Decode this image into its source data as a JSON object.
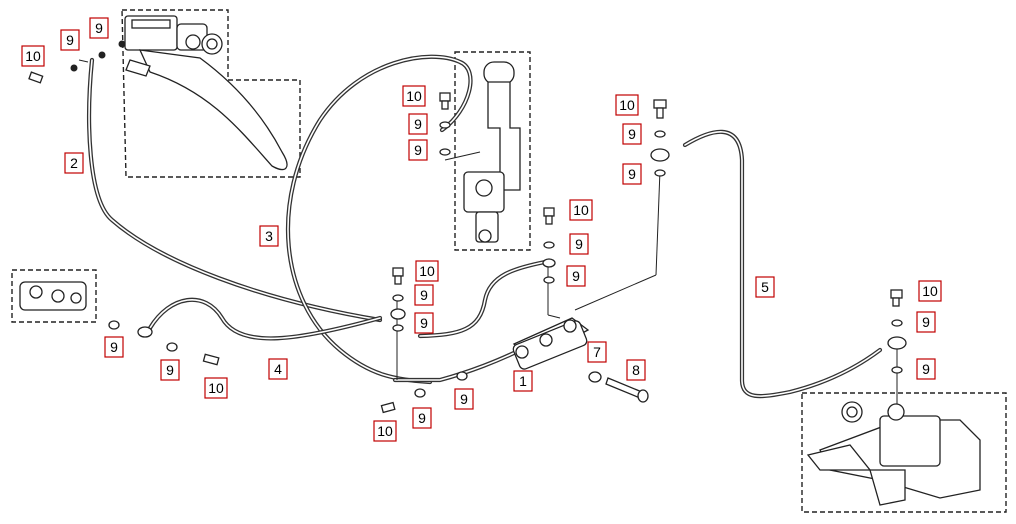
{
  "diagram": {
    "callouts": [
      {
        "id": "c10a",
        "label": "10"
      },
      {
        "id": "c9a",
        "label": "9"
      },
      {
        "id": "c9b",
        "label": "9"
      },
      {
        "id": "c2",
        "label": "2"
      },
      {
        "id": "c3",
        "label": "3"
      },
      {
        "id": "c10b",
        "label": "10"
      },
      {
        "id": "c9c",
        "label": "9"
      },
      {
        "id": "c9d",
        "label": "9"
      },
      {
        "id": "c10c",
        "label": "10"
      },
      {
        "id": "c9e",
        "label": "9"
      },
      {
        "id": "c9f",
        "label": "9"
      },
      {
        "id": "c10d",
        "label": "10"
      },
      {
        "id": "c9g",
        "label": "9"
      },
      {
        "id": "c9h",
        "label": "9"
      },
      {
        "id": "c10e",
        "label": "10"
      },
      {
        "id": "c9i",
        "label": "9"
      },
      {
        "id": "c9j",
        "label": "9"
      },
      {
        "id": "c5",
        "label": "5"
      },
      {
        "id": "c10f",
        "label": "10"
      },
      {
        "id": "c9k",
        "label": "9"
      },
      {
        "id": "c9l",
        "label": "9"
      },
      {
        "id": "c9m",
        "label": "9"
      },
      {
        "id": "c9n",
        "label": "9"
      },
      {
        "id": "c10g",
        "label": "10"
      },
      {
        "id": "c4",
        "label": "4"
      },
      {
        "id": "c10h",
        "label": "10"
      },
      {
        "id": "c9o",
        "label": "9"
      },
      {
        "id": "c9p",
        "label": "9"
      },
      {
        "id": "c1",
        "label": "1"
      },
      {
        "id": "c7",
        "label": "7"
      },
      {
        "id": "c8",
        "label": "8"
      }
    ]
  }
}
